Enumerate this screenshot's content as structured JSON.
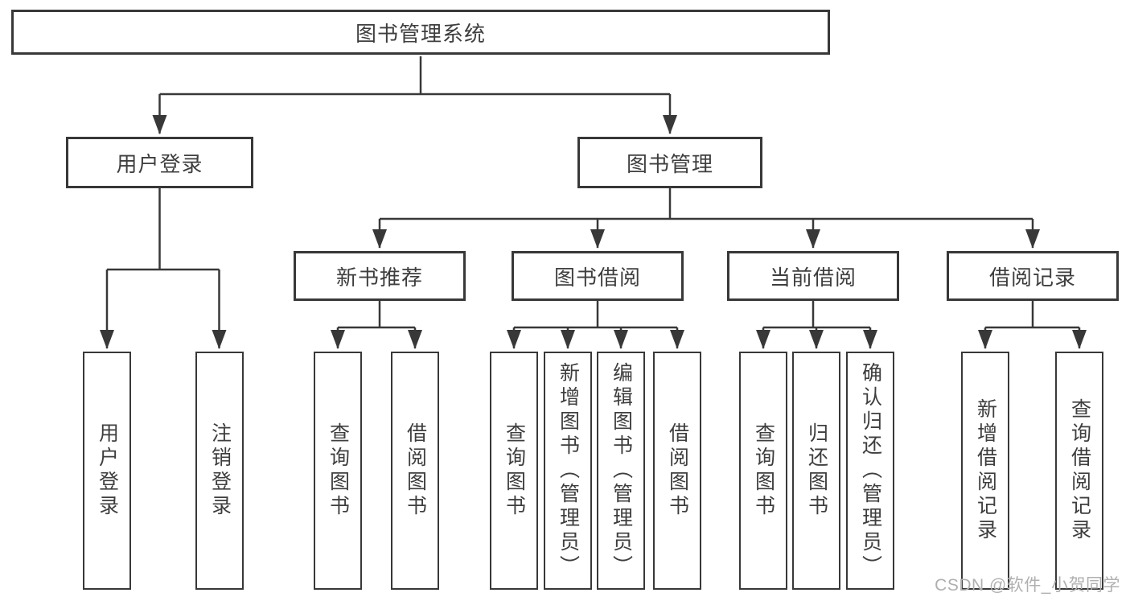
{
  "diagram": {
    "title": "图书管理系统",
    "root": {
      "label": "图书管理系统"
    },
    "level2": {
      "user_login": {
        "label": "用户登录"
      },
      "book_mgmt": {
        "label": "图书管理"
      }
    },
    "level3": {
      "new_book_rec": {
        "label": "新书推荐"
      },
      "book_borrow": {
        "label": "图书借阅"
      },
      "current_borrow": {
        "label": "当前借阅"
      },
      "borrow_records": {
        "label": "借阅记录"
      }
    },
    "leaves": [
      "用户登录",
      "注销登录",
      "查询图书",
      "借阅图书",
      "查询图书",
      "新增图书（管理员）",
      "编辑图书（管理员）",
      "借阅图书",
      "查询图书",
      "归还图书",
      "确认归还（管理员）",
      "新增借阅记录",
      "查询借阅记录"
    ]
  },
  "watermark": {
    "text": "CSDN @软件_小贺同学"
  },
  "colors": {
    "line": "#383838",
    "box_border": "#383838",
    "text": "#3e3e3e",
    "watermark": "#b0b0b0",
    "background": "#ffffff"
  }
}
